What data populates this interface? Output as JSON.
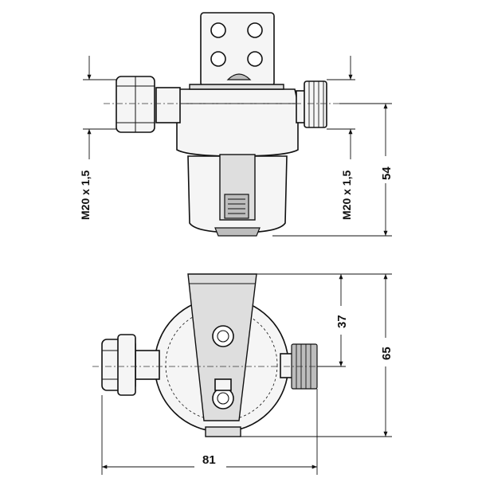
{
  "dimensions": {
    "thread_left": "M20 x 1,5",
    "thread_right": "M20 x 1,5",
    "height_side": "54",
    "depth_offset": "37",
    "depth_total": "65",
    "width_total": "81"
  }
}
